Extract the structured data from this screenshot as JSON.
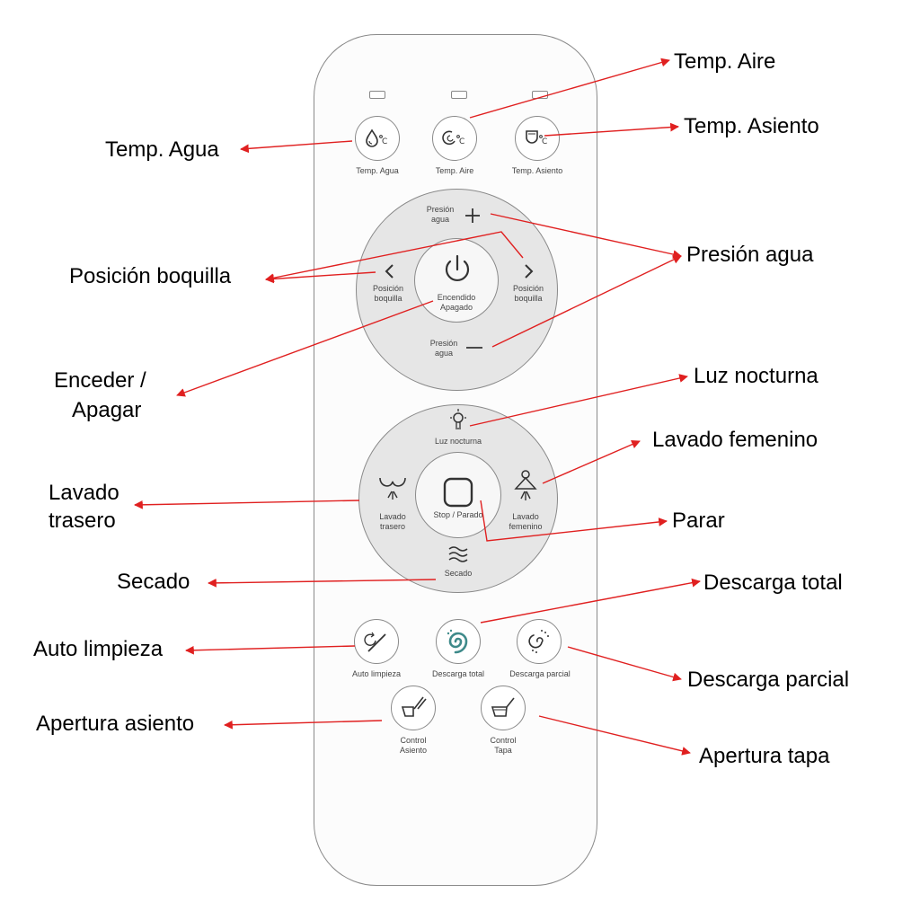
{
  "remote": {
    "buttons": {
      "temp_agua": "Temp. Agua",
      "temp_aire": "Temp. Aire",
      "temp_asiento": "Temp. Asiento",
      "presion_plus_line1": "Presión",
      "presion_plus_line2": "agua",
      "presion_minus_line1": "Presión",
      "presion_minus_line2": "agua",
      "posicion_left_line1": "Posición",
      "posicion_left_line2": "boquilla",
      "posicion_right_line1": "Posición",
      "posicion_right_line2": "boquilla",
      "power_line1": "Encendido",
      "power_line2": "Apagado",
      "luz_nocturna": "Luz nocturna",
      "lavado_trasero_line1": "Lavado",
      "lavado_trasero_line2": "trasero",
      "lavado_femenino_line1": "Lavado",
      "lavado_femenino_line2": "femenino",
      "stop": "Stop / Parado",
      "secado": "Secado",
      "auto_limpieza": "Auto limpieza",
      "descarga_total": "Descarga total",
      "descarga_parcial": "Descarga parcial",
      "control_asiento_line1": "Control",
      "control_asiento_line2": "Asiento",
      "control_tapa_line1": "Control",
      "control_tapa_line2": "Tapa"
    }
  },
  "callouts": {
    "temp_aire": "Temp. Aire",
    "temp_asiento": "Temp. Asiento",
    "temp_agua": "Temp. Agua",
    "presion_agua": "Presión agua",
    "posicion_boquilla": "Posición boquilla",
    "encender_line1": "Enceder /",
    "encender_line2": "Apagar",
    "luz_nocturna": "Luz nocturna",
    "lavado_femenino": "Lavado femenino",
    "lavado_trasero_line1": "Lavado",
    "lavado_trasero_line2": "trasero",
    "parar": "Parar",
    "secado": "Secado",
    "descarga_total": "Descarga total",
    "auto_limpieza": "Auto limpieza",
    "descarga_parcial": "Descarga parcial",
    "apertura_asiento": "Apertura asiento",
    "apertura_tapa": "Apertura tapa"
  },
  "colors": {
    "arrow": "#e02020",
    "outline": "#8a8a8a",
    "ring_fill": "#e6e6e6",
    "teal_icon": "#3e8a8a"
  }
}
